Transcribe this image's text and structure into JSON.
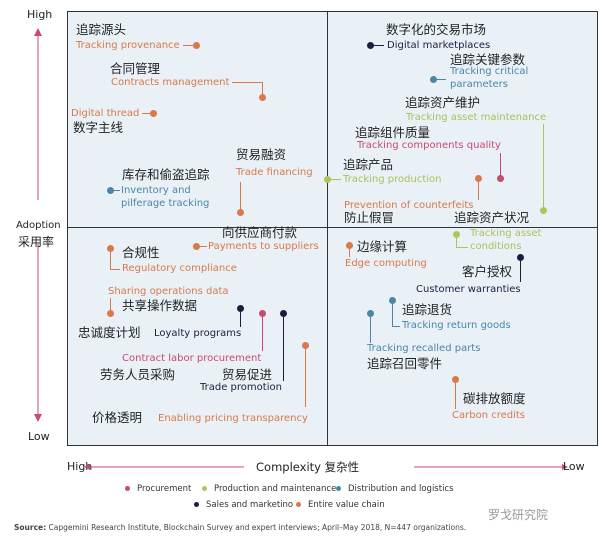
{
  "colors": {
    "procurement": "#c94a6e",
    "production": "#a8c95a",
    "distribution": "#4a86a8",
    "sales": "#1d1d3f",
    "entire": "#d9784a",
    "quadrant_bg": "#e9f1f7",
    "axis": "#c94a6e"
  },
  "axes": {
    "y_high": "High",
    "y_low": "Low",
    "y_label_en": "Adoption",
    "y_label_cn": "采用率",
    "x_high": "High",
    "x_low": "Low",
    "x_label": "Complexity 复杂性"
  },
  "legend": [
    "Procurement",
    "Production and maintenance",
    "Distribution and logistics",
    "Sales and marketino",
    "Entire value chain"
  ],
  "source_bold": "Source:",
  "source": " Capgemini Research Institute, Blockchain Survey and expert interviews; April–May 2018, N=447 organizations.",
  "watermark": "罗戈研究院",
  "items": [
    {
      "cn": "追踪源头",
      "en": "Tracking provenance",
      "category": "entire"
    },
    {
      "cn": "合同管理",
      "en": "Contracts management",
      "category": "entire"
    },
    {
      "cn": "数字主线",
      "en": "Digital thread",
      "category": "entire"
    },
    {
      "cn": "贸易融资",
      "en": "Trade financing",
      "category": "entire"
    },
    {
      "cn": "库存和偷盗追踪",
      "en": "Inventory and",
      "en2": "pilferage tracking",
      "category": "distribution"
    },
    {
      "cn": "数字化的交易市场",
      "en": "Digital marketplaces",
      "category": "sales"
    },
    {
      "cn": "追踪关键参数",
      "en": "Tracking critical",
      "en2": "parameters",
      "category": "distribution"
    },
    {
      "cn": "追踪资产维护",
      "en": "Tracking asset maintenance",
      "category": "production"
    },
    {
      "cn": "追踪组件质量",
      "en": "Tracking components quality",
      "category": "procurement"
    },
    {
      "cn": "追踪产品",
      "en": "Tracking production",
      "category": "production"
    },
    {
      "cn": "防止假冒",
      "en": "Prevention of counterfeits",
      "category": "entire"
    },
    {
      "cn": "追踪资产状况",
      "en": "Tracking asset",
      "en2": "conditions",
      "category": "production"
    },
    {
      "cn": "边缘计算",
      "en": "Edge computing",
      "category": "entire"
    },
    {
      "cn": "客户授权",
      "en": "Customer warranties",
      "category": "sales"
    },
    {
      "cn": "追踪退货",
      "en": "Tracking return goods",
      "category": "distribution"
    },
    {
      "cn": "追踪召回零件",
      "en": "Tracking recalled parts",
      "category": "distribution"
    },
    {
      "cn": "碳排放额度",
      "en": "Carbon credits",
      "category": "entire"
    },
    {
      "cn": "向供应商付款",
      "en": "Payments to suppliers",
      "category": "entire"
    },
    {
      "cn": "合规性",
      "en": "Regulatory compliance",
      "category": "entire"
    },
    {
      "cn": "共享操作数据",
      "en": "Sharing operations data",
      "category": "entire"
    },
    {
      "cn": "忠诚度计划",
      "en": "Loyalty programs",
      "category": "sales"
    },
    {
      "cn": "劳务人员采购",
      "en": "Contract labor procurement",
      "category": "procurement"
    },
    {
      "cn": "贸易促进",
      "en": "Trade promotion",
      "category": "sales"
    },
    {
      "cn": "价格透明",
      "en": "Enabling pricing transparency",
      "category": "entire"
    }
  ]
}
